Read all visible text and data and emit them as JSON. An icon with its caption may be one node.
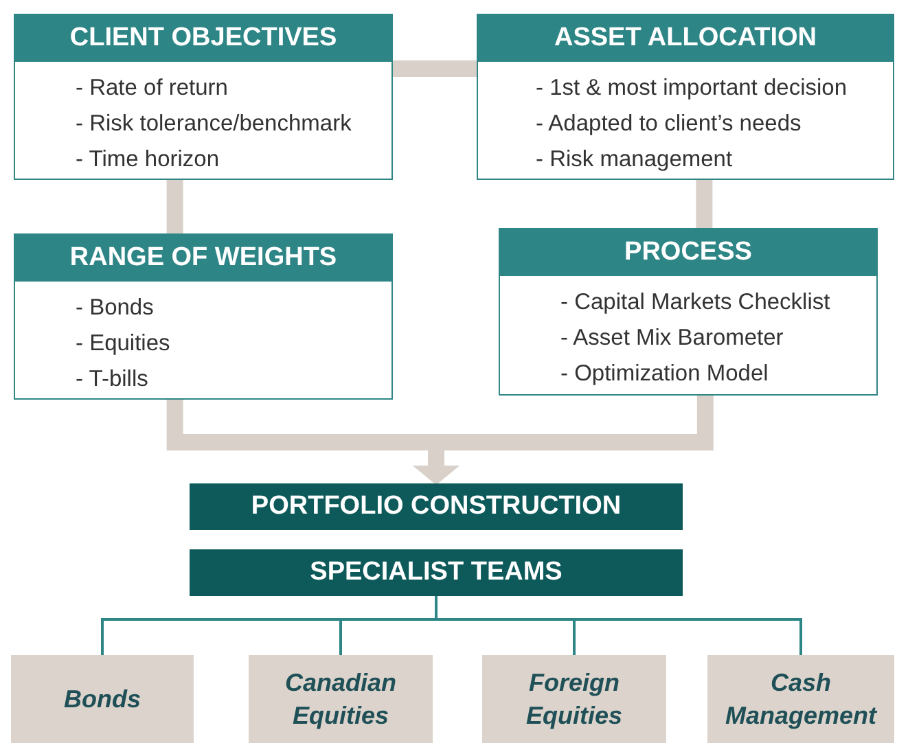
{
  "diagram": {
    "nodes": [
      {
        "text": [
          "CLIENT OBJECTIVES",
          "- Rate of return",
          "- Risk tolerance/benchmark",
          "- Time horizon"
        ]
      },
      {
        "text": [
          "ASSET ALLOCATION",
          "- 1st & most important decision",
          "- Adapted to client’s needs",
          "- Risk management"
        ]
      },
      {
        "text": [
          "RANGE OF WEIGHTS",
          "- Bonds",
          "- Equities",
          "- T-bills"
        ]
      },
      {
        "text": [
          "PROCESS",
          "- Capital Markets Checklist",
          "- Asset Mix Barometer",
          "- Optimization Model"
        ]
      },
      {
        "text": [
          "PORTFOLIO CONSTRUCTION"
        ]
      },
      {
        "text": [
          "SPECIALIST TEAMS"
        ]
      },
      {
        "text": [
          "Bonds"
        ]
      },
      {
        "text": [
          "Canadian Equities"
        ]
      },
      {
        "text": [
          "Foreign Equities"
        ]
      },
      {
        "text": [
          "Cash Management"
        ]
      }
    ],
    "edges": [
      {
        "from": 0,
        "to": 1,
        "arrow": "none"
      },
      {
        "from": 0,
        "to": 2,
        "arrow": "none"
      },
      {
        "from": 1,
        "to": 3,
        "arrow": "none"
      },
      {
        "from": 2,
        "to": 4,
        "arrow": "to"
      },
      {
        "from": 3,
        "to": 4,
        "arrow": "to"
      },
      {
        "from": 5,
        "to": 6,
        "arrow": "none",
        "color": "#2e8586"
      },
      {
        "from": 5,
        "to": 7,
        "arrow": "none",
        "color": "#2e8586"
      },
      {
        "from": 5,
        "to": 8,
        "arrow": "none",
        "color": "#2e8586"
      },
      {
        "from": 5,
        "to": 9,
        "arrow": "none",
        "color": "#2e8586"
      }
    ]
  }
}
